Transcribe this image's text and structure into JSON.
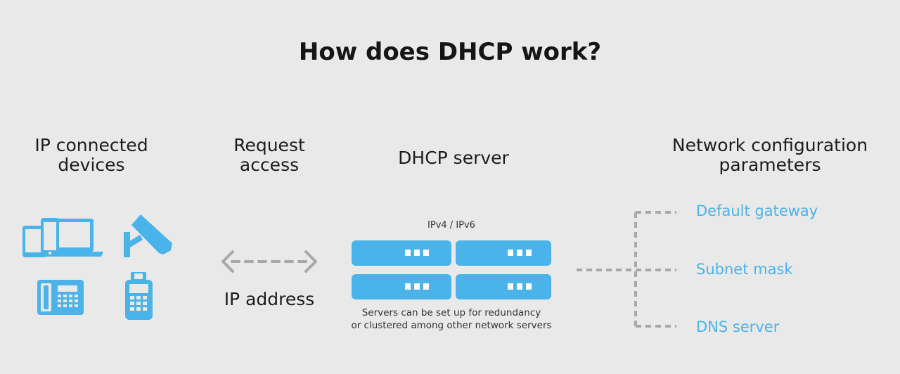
{
  "title": "How does DHCP work?",
  "columns": {
    "devices": {
      "line1": "IP connected",
      "line2": "devices"
    },
    "request": {
      "line1": "Request",
      "line2": "access"
    },
    "server": {
      "label": "DHCP server"
    },
    "params": {
      "line1": "Network configuration",
      "line2": "parameters"
    }
  },
  "arrow_label": "IP address",
  "server_box": {
    "protocol": "IPv4 / IPv6",
    "note_line1": "Servers can be set up for redundancy",
    "note_line2": "or clustered among other network servers"
  },
  "parameters": [
    "Default gateway",
    "Subnet mask",
    "DNS server"
  ],
  "colors": {
    "accent": "#4ab3ea",
    "background": "#e9e9e9",
    "connector": "#a8a8a8"
  },
  "icons": [
    "devices-icon",
    "security-camera-icon",
    "desk-phone-icon",
    "handheld-terminal-icon",
    "server-rack-icon"
  ]
}
